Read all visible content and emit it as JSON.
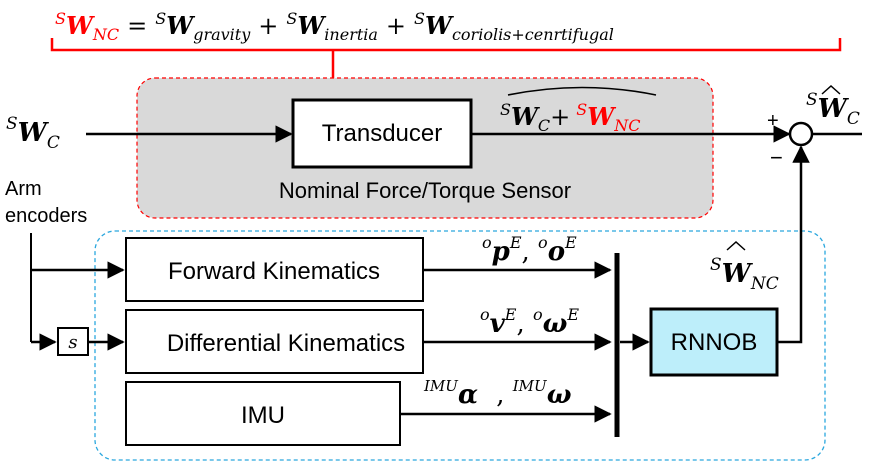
{
  "equation": {
    "lhs_sup": "S",
    "lhs_base": "W",
    "lhs_sub": "NC",
    "equals": "=",
    "plus": "+",
    "terms": [
      {
        "sup": "S",
        "base": "W",
        "sub": "gravity"
      },
      {
        "sup": "S",
        "base": "W",
        "sub": "inertia"
      },
      {
        "sup": "S",
        "base": "W",
        "sub": "coriolis+cenrtifugal"
      }
    ]
  },
  "input": {
    "sup": "S",
    "base": "W",
    "sub": "C"
  },
  "sensor": {
    "transducer_label": "Transducer",
    "group_label": "Nominal Force/Torque Sensor",
    "output": {
      "sup1": "S",
      "base1": "W",
      "sub1": "C",
      "plus": "+",
      "sup2": "S",
      "base2": "W",
      "sub2": "NC"
    }
  },
  "summing": {
    "plus": "+",
    "minus": "−"
  },
  "output": {
    "sup": "S",
    "base": "W",
    "sub": "C"
  },
  "arm_encoders_label": [
    "Arm",
    "encoders"
  ],
  "blocks": {
    "fk": "Forward Kinematics",
    "dk": "Differential Kinematics",
    "imu": "IMU",
    "diff": "s",
    "rnnob": "RNNOB"
  },
  "signals": {
    "fk": {
      "sup1": "o",
      "base1": "p",
      "sup1b": "E",
      "sep": ", ",
      "sup2": "o",
      "base2": "o",
      "sup2b": "E"
    },
    "dk": {
      "sup1": "o",
      "base1": "v",
      "sup1b": "E",
      "sep": ", ",
      "sup2": "o",
      "base2": "ω",
      "sup2b": "E"
    },
    "imu": {
      "sup1": "IMU",
      "base1": "α",
      "sep": " , ",
      "sup2": "IMU",
      "base2": "ω"
    }
  },
  "estimate": {
    "sup": "S",
    "base": "W",
    "sub": "NC"
  },
  "colors": {
    "red": "#ff0000",
    "box_fill": "#d9d9d9",
    "rnnob_fill": "#bdeefa",
    "cyan_dash": "#2aa7de"
  }
}
